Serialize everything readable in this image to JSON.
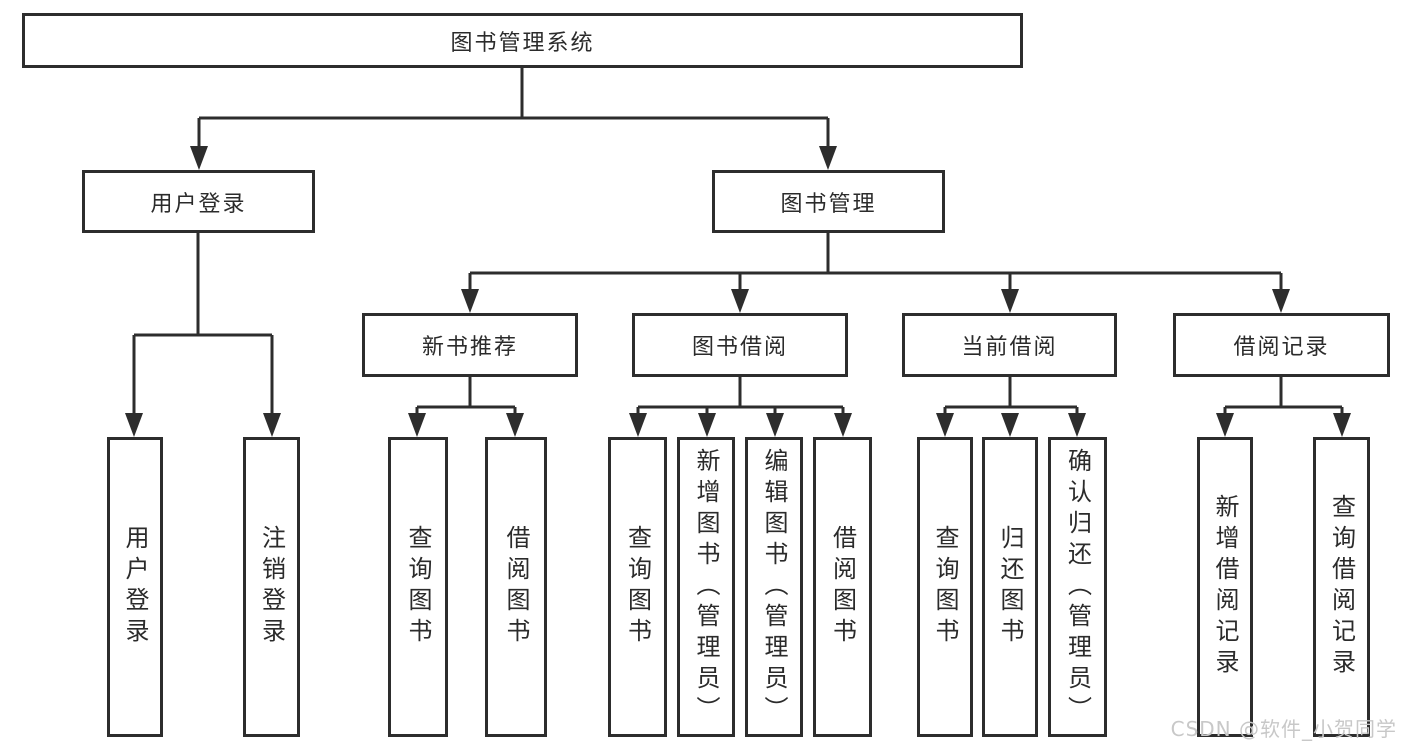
{
  "diagram": {
    "root": {
      "label": "图书管理系统"
    },
    "branches": [
      {
        "label": "用户登录",
        "children": [
          {
            "label": "用户登录"
          },
          {
            "label": "注销登录"
          }
        ]
      },
      {
        "label": "图书管理",
        "children": [
          {
            "label": "新书推荐",
            "children": [
              {
                "label": "查询图书"
              },
              {
                "label": "借阅图书"
              }
            ]
          },
          {
            "label": "图书借阅",
            "children": [
              {
                "label": "查询图书"
              },
              {
                "label": "新增图书（管理员）"
              },
              {
                "label": "编辑图书（管理员）"
              },
              {
                "label": "借阅图书"
              }
            ]
          },
          {
            "label": "当前借阅",
            "children": [
              {
                "label": "查询图书"
              },
              {
                "label": "归还图书"
              },
              {
                "label": "确认归还（管理员）"
              }
            ]
          },
          {
            "label": "借阅记录",
            "children": [
              {
                "label": "新增借阅记录"
              },
              {
                "label": "查询借阅记录"
              }
            ]
          }
        ]
      }
    ]
  },
  "watermark": {
    "text": "CSDN @软件_小贺同学"
  },
  "colors": {
    "line": "#2d2d2d",
    "text": "#2b2b2b",
    "watermark": "#c8c8c8",
    "background": "#ffffff"
  }
}
